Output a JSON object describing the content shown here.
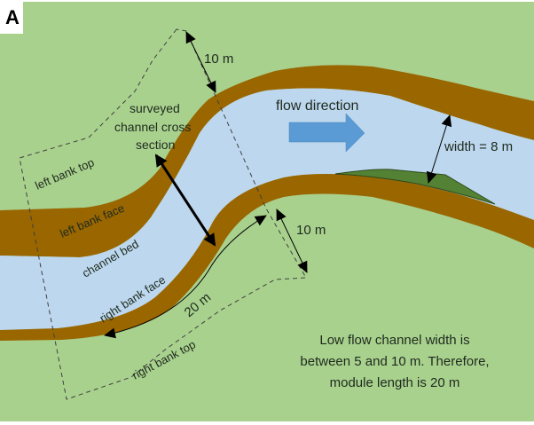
{
  "panel_label": "A",
  "colors": {
    "land": "#a9d18e",
    "bank_face": "#996600",
    "water": "#bdd7ee",
    "flow_arrow": "#5b9bd5",
    "bar": "#548235"
  },
  "labels": {
    "ten_m_top": "10 m",
    "surveyed_1": "surveyed",
    "surveyed_2": "channel cross",
    "surveyed_3": "section",
    "flow_direction": "flow direction",
    "width": "width = 8 m",
    "left_bank_top": "left bank top",
    "left_bank_face": "left bank face",
    "channel_bed": "channel bed",
    "right_bank_face": "right bank face",
    "twenty_m": "20 m",
    "ten_m_bottom": "10 m",
    "right_bank_top": "right bank top"
  },
  "note": {
    "line1": "Low flow channel width is",
    "line2": "between 5 and 10 m. Therefore,",
    "line3": "module length is 20 m"
  }
}
